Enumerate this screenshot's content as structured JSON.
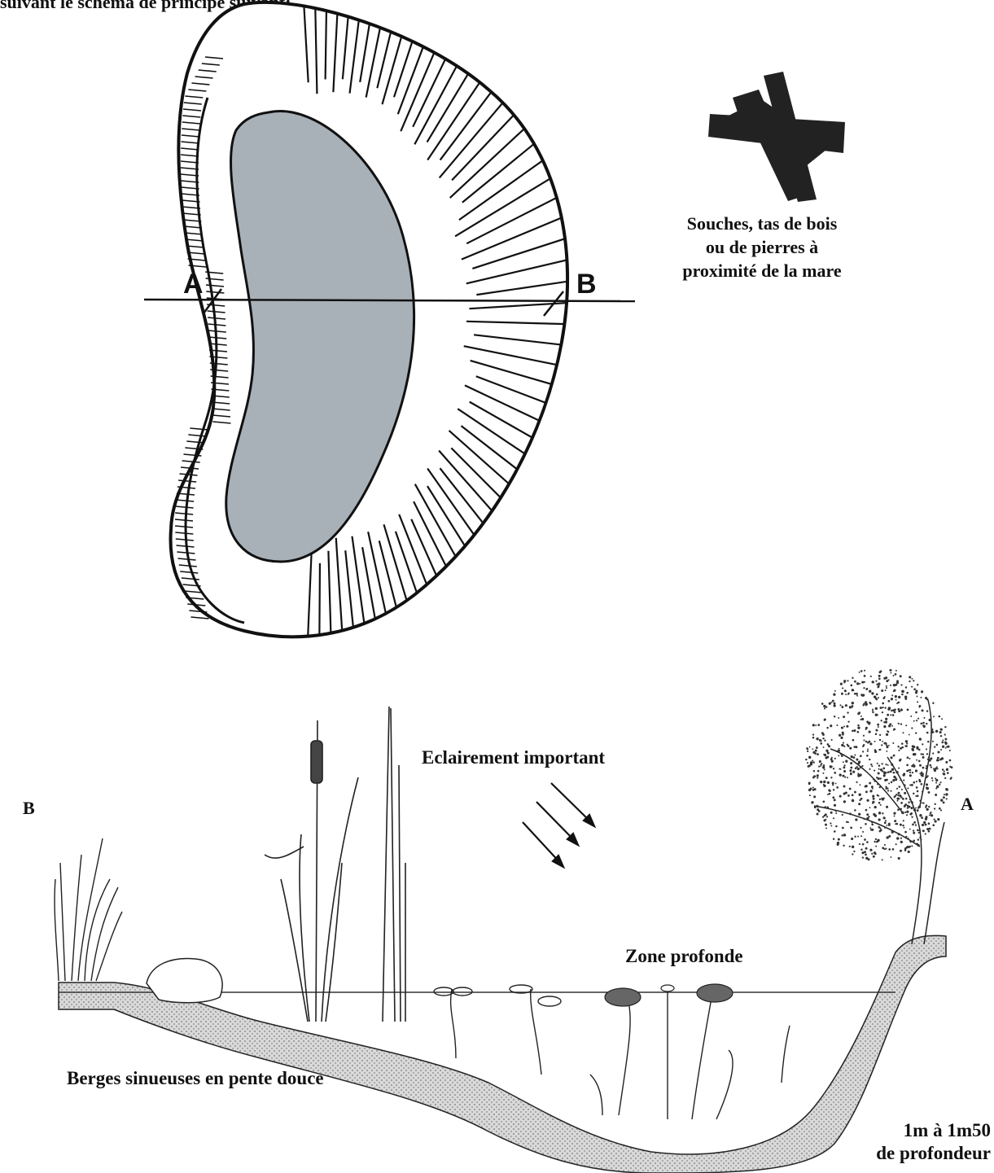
{
  "header_text": "suivant le schéma de principe suivant:",
  "plan": {
    "label_a": "A",
    "label_b": "B",
    "water_color": "#a9b1b8"
  },
  "wood_pile": {
    "caption_line1": "Souches, tas de bois",
    "caption_line2": "ou de pierres à",
    "caption_line3": "proximité de la mare"
  },
  "section": {
    "label_b": "B",
    "label_a": "A",
    "light_label": "Eclairement important",
    "deep_zone_label": "Zone profonde",
    "banks_label": "Berges sinueuses en pente douce",
    "depth_line1": "1m à 1m50",
    "depth_line2": "de profondeur"
  }
}
